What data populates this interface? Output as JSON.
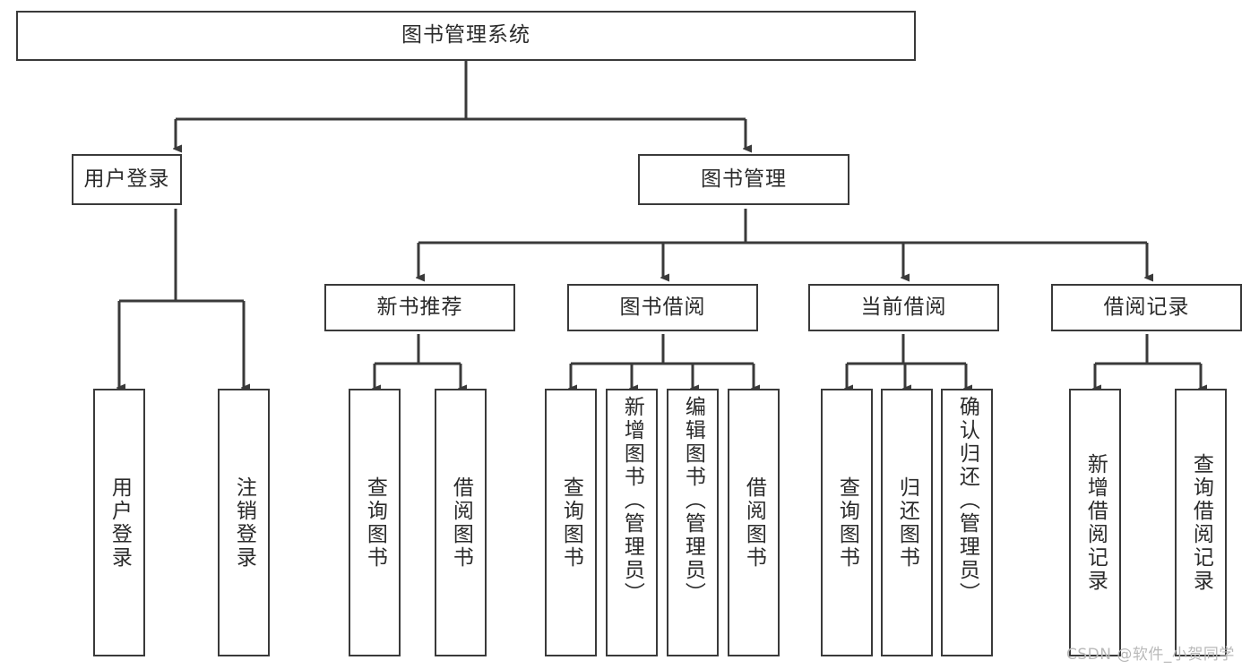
{
  "diagram": {
    "title": "图书管理系统",
    "type": "tree",
    "root": {
      "label": "图书管理系统"
    },
    "level2": [
      {
        "id": "user-login",
        "label": "用户登录"
      },
      {
        "id": "book-management",
        "label": "图书管理"
      }
    ],
    "level3": [
      {
        "id": "new-book-recommend",
        "label": "新书推荐",
        "parent": "book-management"
      },
      {
        "id": "book-borrow",
        "label": "图书借阅",
        "parent": "book-management"
      },
      {
        "id": "current-borrow",
        "label": "当前借阅",
        "parent": "book-management"
      },
      {
        "id": "borrow-record",
        "label": "借阅记录",
        "parent": "book-management"
      }
    ],
    "leaves": {
      "user-login": [
        {
          "id": "leaf-user-login",
          "label": "用户登录"
        },
        {
          "id": "leaf-user-logout",
          "label": "注销登录"
        }
      ],
      "new-book-recommend": [
        {
          "id": "leaf-query-book-1",
          "label": "查询图书"
        },
        {
          "id": "leaf-borrow-book-1",
          "label": "借阅图书"
        }
      ],
      "book-borrow": [
        {
          "id": "leaf-query-book-2",
          "label": "查询图书"
        },
        {
          "id": "leaf-add-book",
          "label": "新增图书（管理员）"
        },
        {
          "id": "leaf-edit-book",
          "label": "编辑图书（管理员）"
        },
        {
          "id": "leaf-borrow-book-2",
          "label": "借阅图书"
        }
      ],
      "current-borrow": [
        {
          "id": "leaf-query-book-3",
          "label": "查询图书"
        },
        {
          "id": "leaf-return-book",
          "label": "归还图书"
        },
        {
          "id": "leaf-confirm-return",
          "label": "确认归还（管理员）"
        }
      ],
      "borrow-record": [
        {
          "id": "leaf-add-record",
          "label": "新增借阅记录"
        },
        {
          "id": "leaf-query-record",
          "label": "查询借阅记录"
        }
      ]
    }
  },
  "watermark": {
    "text": "CSDN @软件_小贺同学"
  },
  "colors": {
    "border": "#3a3a3a",
    "text": "#2b2b2b",
    "background": "#ffffff",
    "watermark": "#b9b9b9"
  }
}
